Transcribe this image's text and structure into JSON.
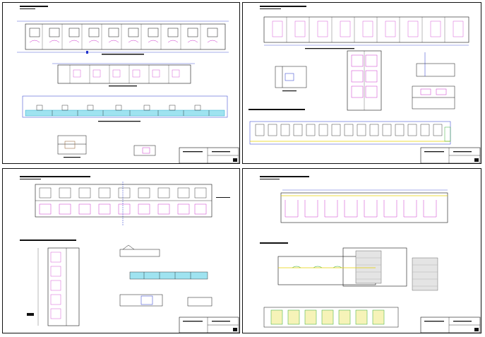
{
  "document": {
    "type": "CAD drawing sheet set",
    "sheets": [
      {
        "id": "sheet-1"
      },
      {
        "id": "sheet-2"
      },
      {
        "id": "sheet-3"
      },
      {
        "id": "sheet-4"
      }
    ]
  },
  "colors": {
    "line": "#111111",
    "magenta": "#cc33cc",
    "blue": "#2233cc",
    "cyan": "#22aacc",
    "green": "#33aa33",
    "yellow": "#e6d000",
    "brown": "#885522"
  }
}
